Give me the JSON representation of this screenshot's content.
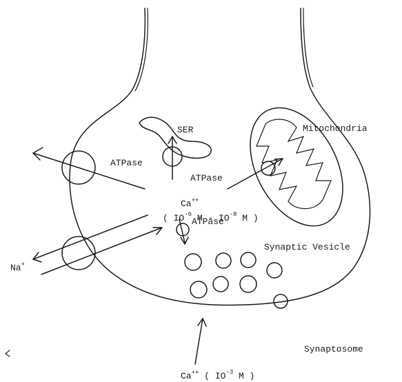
{
  "labels": {
    "ser": "SER",
    "mitochondria": "Mitochondria",
    "atpase_membrane": "ATPase",
    "atpase_ser": "ATPase",
    "atpase_vesicle": "ATPase",
    "ca_inside": "Ca",
    "ca_inside_charge": "++",
    "conc_open": "( IO",
    "conc_exp1": "-6",
    "conc_mid": " M - IO",
    "conc_exp2": "-8",
    "conc_close": " M )",
    "na": "Na",
    "na_charge": "+",
    "synaptic_vesicle": "Synaptic Vesicle",
    "synaptosome": "Synaptosome",
    "ca_outside": "Ca",
    "ca_outside_charge": "++",
    "ca_outside_conc_open": " ( IO",
    "ca_outside_conc_exp": "-3",
    "ca_outside_conc_close": " M )"
  }
}
